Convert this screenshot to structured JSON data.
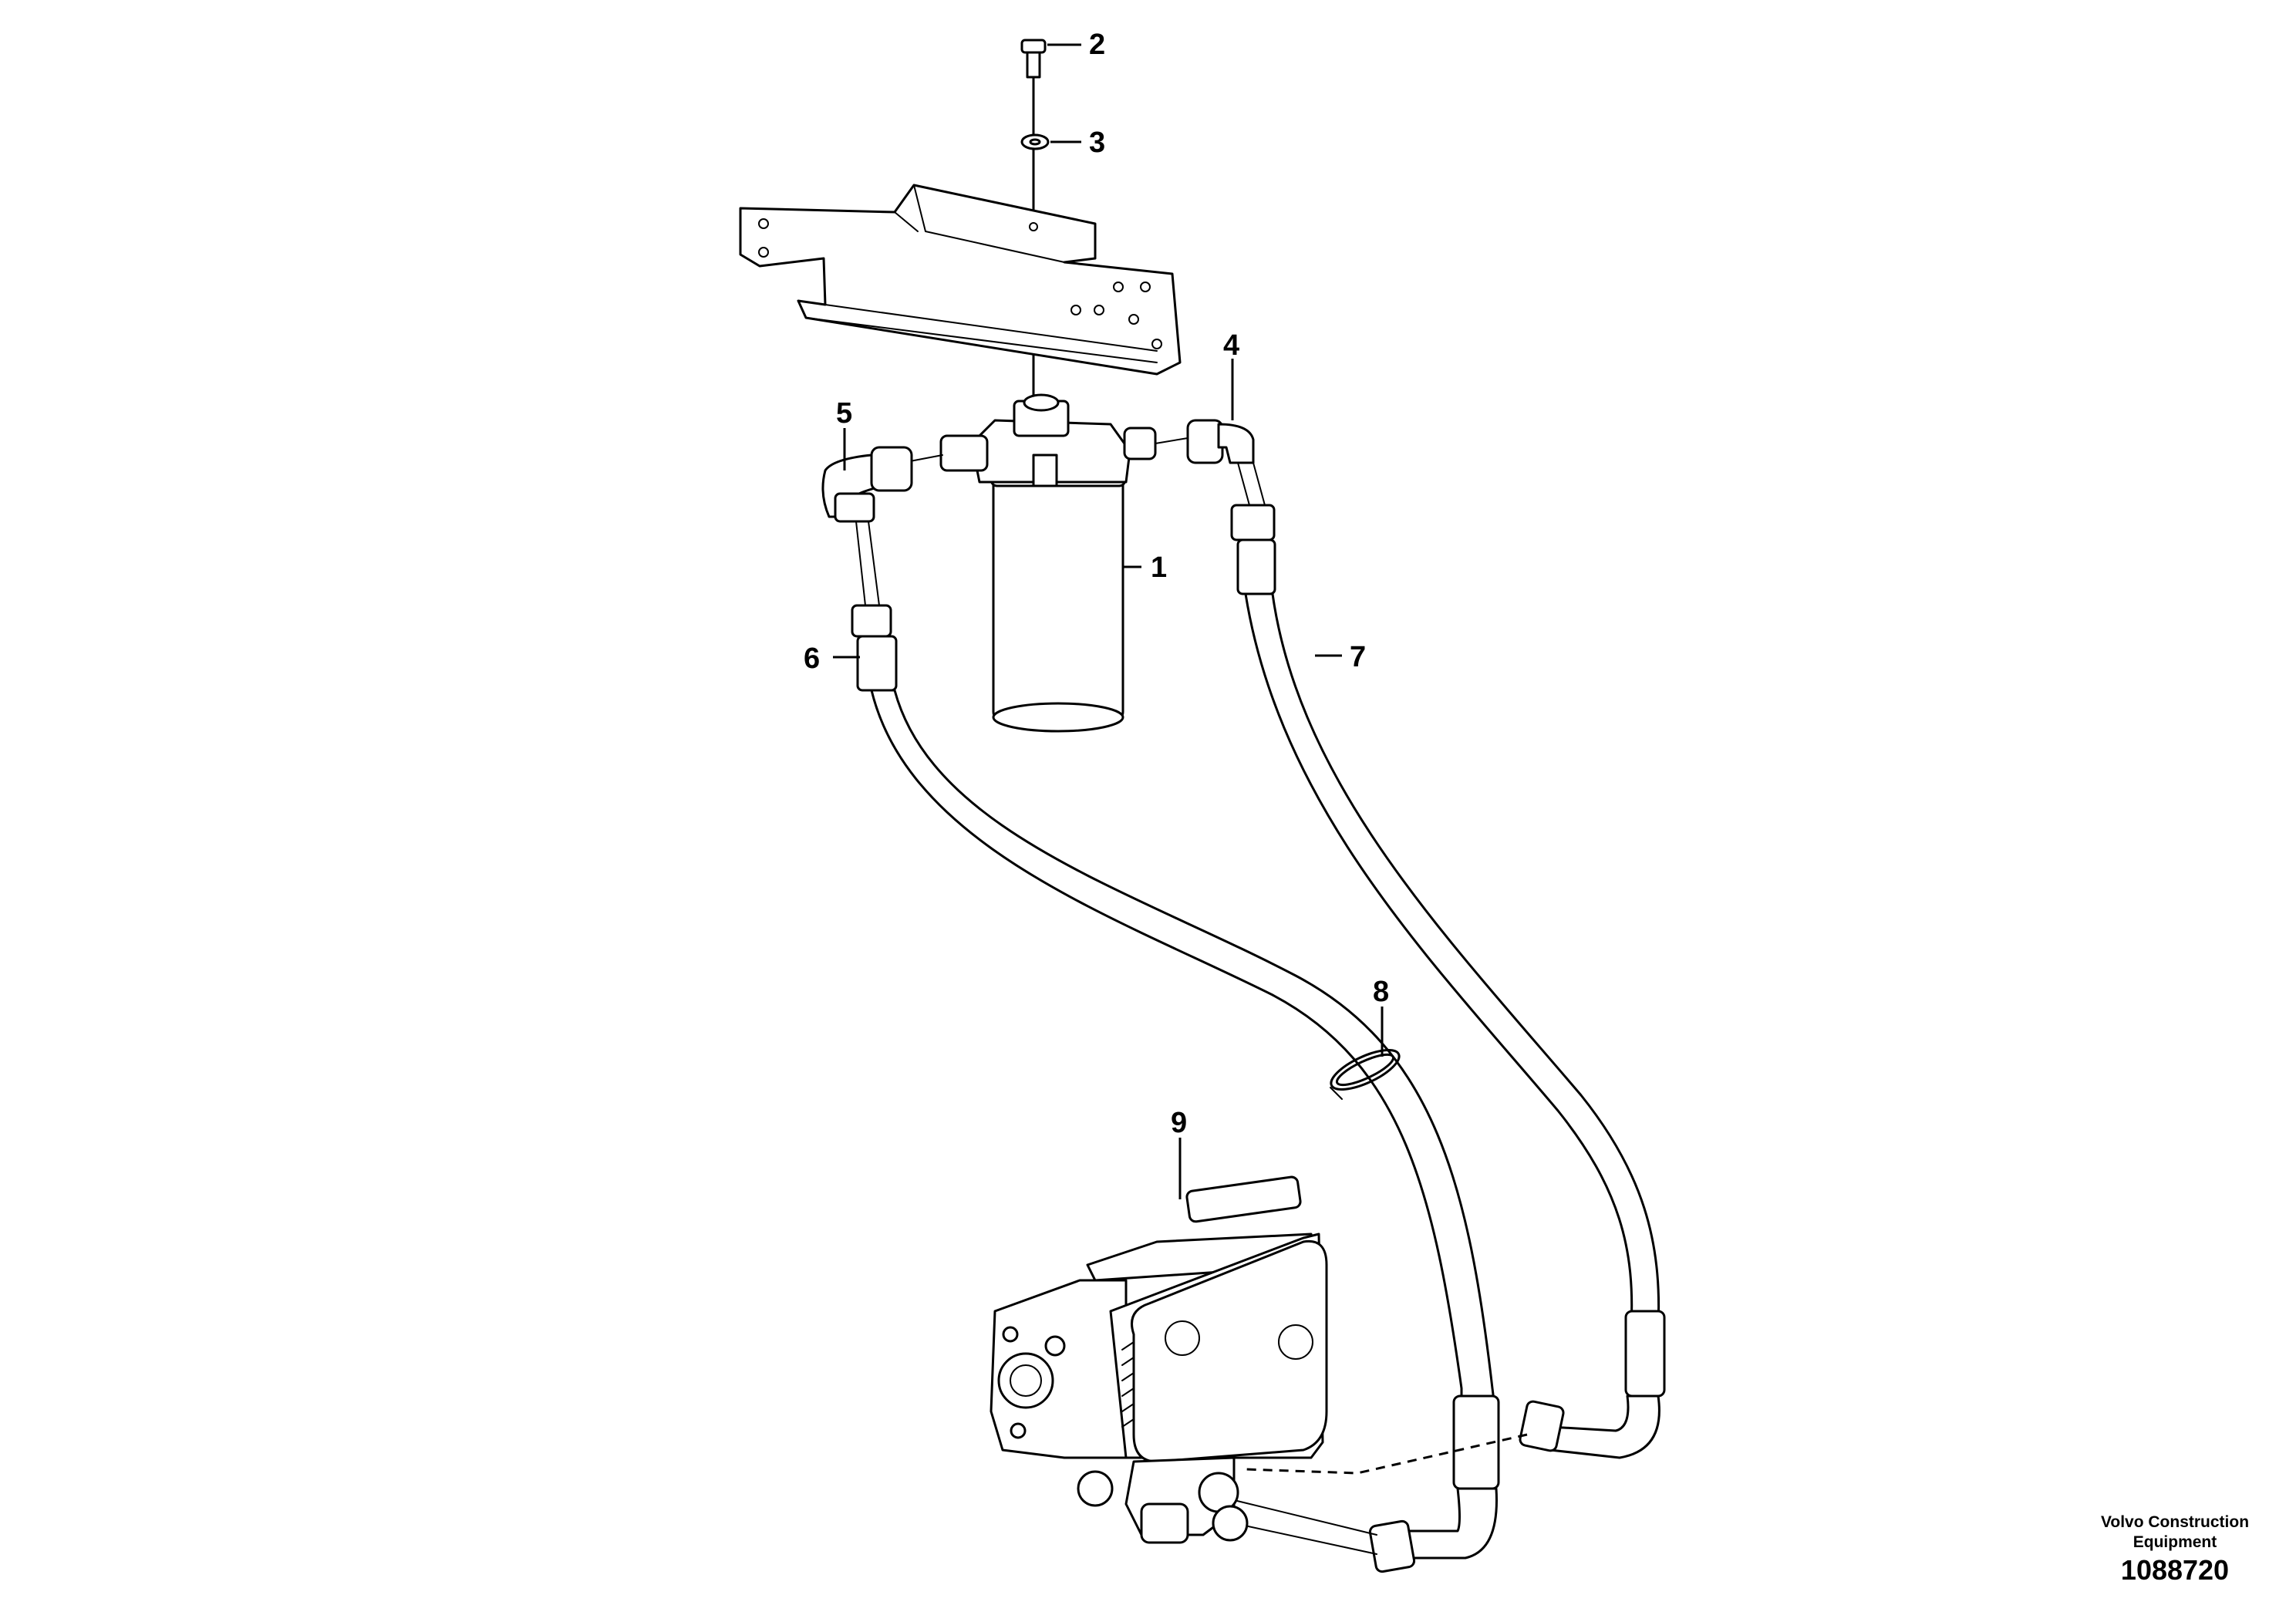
{
  "callouts": {
    "c1": "1",
    "c2": "2",
    "c3": "3",
    "c4": "4",
    "c5": "5",
    "c6": "6",
    "c7": "7",
    "c8": "8",
    "c9": "9"
  },
  "footer": {
    "brand_line1": "Volvo Construction",
    "brand_line2": "Equipment",
    "part_number": "1088720"
  },
  "icons": {
    "oil_filter": "oil-filter-icon",
    "bracket": "mounting-bracket-icon",
    "oil_cooler": "oil-cooler-icon"
  }
}
